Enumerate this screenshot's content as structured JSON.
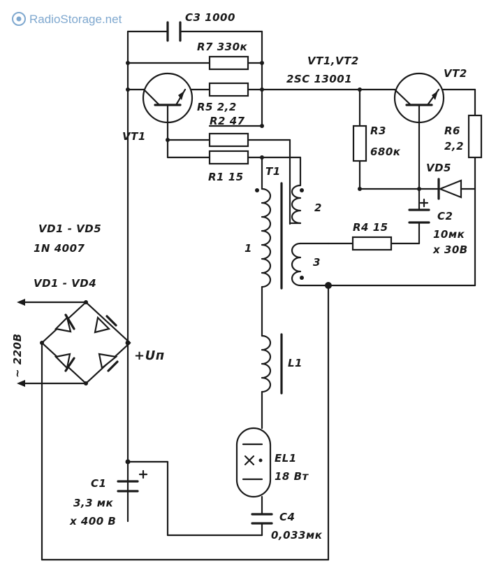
{
  "watermark": {
    "text": "RadioStorage.net",
    "color": "#7fa8cf"
  },
  "labels": {
    "c3": "C3 1000",
    "r7": "R7 330к",
    "vt_pair": "VT1,VT2",
    "transistor_type": "2SC 13001",
    "vt2": "VT2",
    "r5": "R5 2,2",
    "vt1": "VT1",
    "r2": "R2 47",
    "r3": "R3",
    "r3_value": "680к",
    "r6": "R6",
    "r6_value": "2,2",
    "t1": "T1",
    "r1": "R1 15",
    "vd5": "VD5",
    "winding2": "2",
    "vd_group": "VD1 - VD5",
    "diode_type": "1N 4007",
    "c2": "C2",
    "c2_cap": "10мк",
    "c2_volt": "х 30В",
    "r4": "R4 15",
    "winding1": "1",
    "winding3": "3",
    "bridge": "VD1 - VD4",
    "mains": "~ 220В",
    "supply": "+Uп",
    "l1": "L1",
    "el1": "EL1",
    "el1_power": "18 Вт",
    "c1": "C1",
    "c1_cap": "3,3 мк",
    "c1_volt": "х 400 В",
    "c4": "C4",
    "c4_value": "0,033мк"
  }
}
